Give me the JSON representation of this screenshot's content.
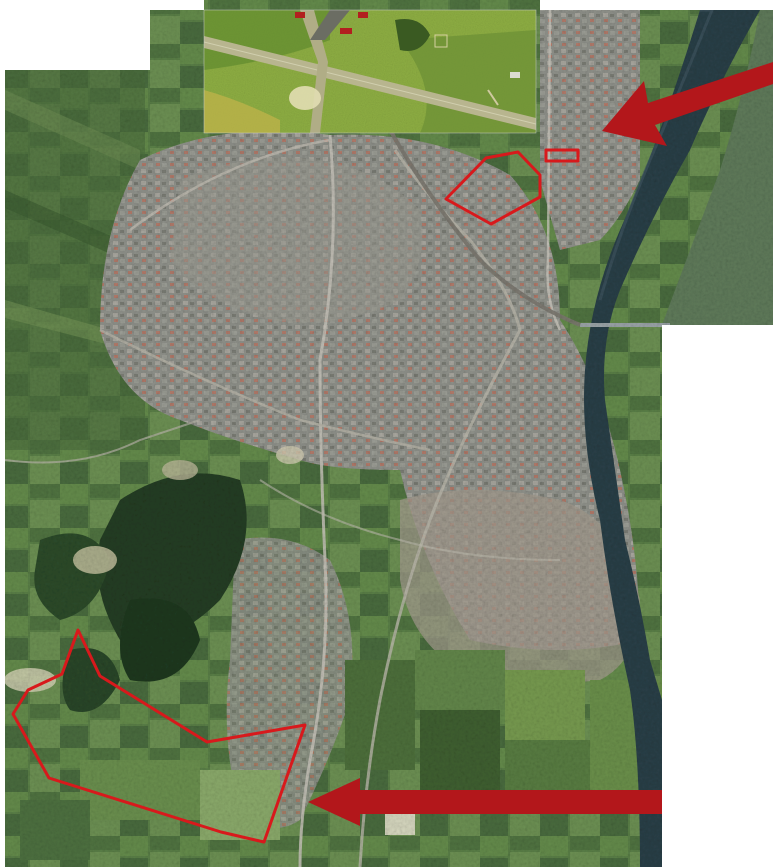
{
  "map": {
    "kind": "aerial-photo-mosaic",
    "colors": {
      "background": "#ffffff",
      "highlight": "#d8191c",
      "arrow": "#b3171b",
      "river": "#2a3f47",
      "riverbank": "#5f7a5a",
      "urban": "#8c8e86",
      "field_light": "#6f9a4c",
      "field_dark": "#3d5e34",
      "forest": "#243d23",
      "inset_field": "#7fa03a",
      "inset_road": "#b8b58f"
    },
    "overlays": [
      {
        "type": "polygon",
        "label": "",
        "location": "north-center",
        "style": "red-outline"
      },
      {
        "type": "rectangle",
        "label": "",
        "location": "north-east",
        "style": "red-outline"
      },
      {
        "type": "polygon",
        "label": "",
        "location": "south-west",
        "style": "red-outline"
      }
    ],
    "arrows": [
      {
        "points_to": "north-east-site",
        "direction": "left-down",
        "color": "#b3171b"
      },
      {
        "points_to": "south-west-site",
        "direction": "left",
        "color": "#b3171b"
      }
    ],
    "inset": {
      "present": true,
      "location": "top-center",
      "content": "aerial-view-of-runway"
    }
  }
}
